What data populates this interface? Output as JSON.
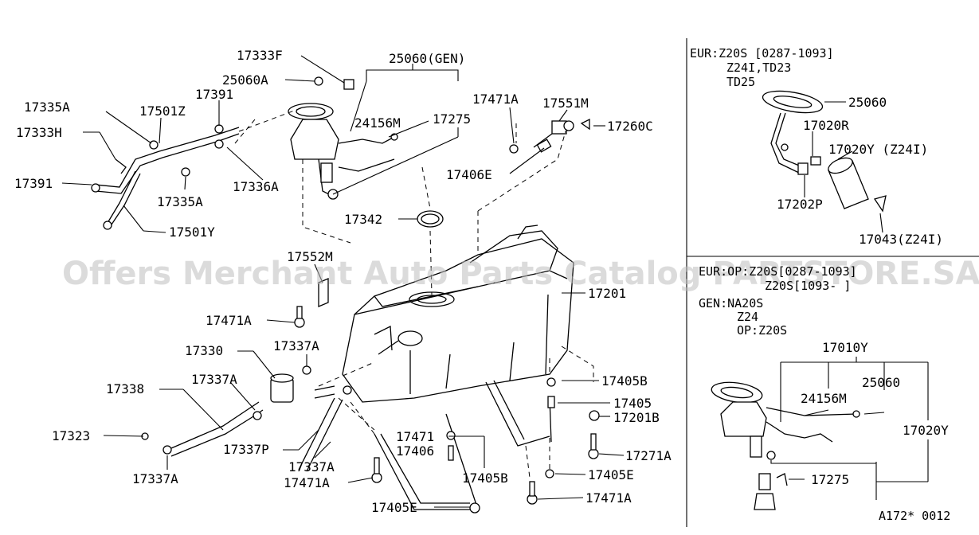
{
  "main_labels": {
    "p17333F": "17333F",
    "p25060gen": "25060(GEN)",
    "p25060A": "25060A",
    "p17391a": "17391",
    "p17335Aa": "17335A",
    "p17501Z": "17501Z",
    "p17333H": "17333H",
    "p24156M": "24156M",
    "p17275": "17275",
    "p17471Aa": "17471A",
    "p17551M": "17551M",
    "p17260C": "17260C",
    "p17391b": "17391",
    "p17335Ab": "17335A",
    "p17336A": "17336A",
    "p17406Ea": "17406E",
    "p17342": "17342",
    "p17501Y": "17501Y",
    "p17552M": "17552M",
    "p17201": "17201",
    "p17471Ab": "17471A",
    "p17330": "17330",
    "p17337Aa": "17337A",
    "p17337Ab": "17337A",
    "p17338": "17338",
    "p17405B": "17405B",
    "p17405": "17405",
    "p17201B": "17201B",
    "p17323": "17323",
    "p17337P": "17337P",
    "p17471b": "17471",
    "p17406": "17406",
    "p17337Ac": "17337A",
    "p17405Bb": "17405B",
    "p17271A": "17271A",
    "p17337Ad": "17337A",
    "p17471Ac": "17471A",
    "p17405E": "17405E",
    "p17405Eb": "17405E",
    "p17471Ad": "17471A"
  },
  "inset_top": {
    "line1": "EUR:Z20S [0287-1093]",
    "line2": "Z24I,TD23",
    "line3": "TD25",
    "p25060": "25060",
    "p17020R": "17020R",
    "p17020Y": "17020Y (Z24I)",
    "p17202P": "17202P",
    "p17043": "17043(Z24I)"
  },
  "inset_bottom": {
    "line1": "EUR:OP:Z20S[0287-1093]",
    "line2": "Z20S[1093-      ]",
    "line3": "GEN:NA20S",
    "line4": "Z24",
    "line5": "OP:Z20S",
    "p17010Y": "17010Y",
    "p25060": "25060",
    "p24156M": "24156M",
    "p17020Y": "17020Y",
    "p17275": "17275"
  },
  "watermark": "Offers Merchant Auto Parts Catalog PARTSTORE.SA",
  "figure_code": "A172* 0012"
}
